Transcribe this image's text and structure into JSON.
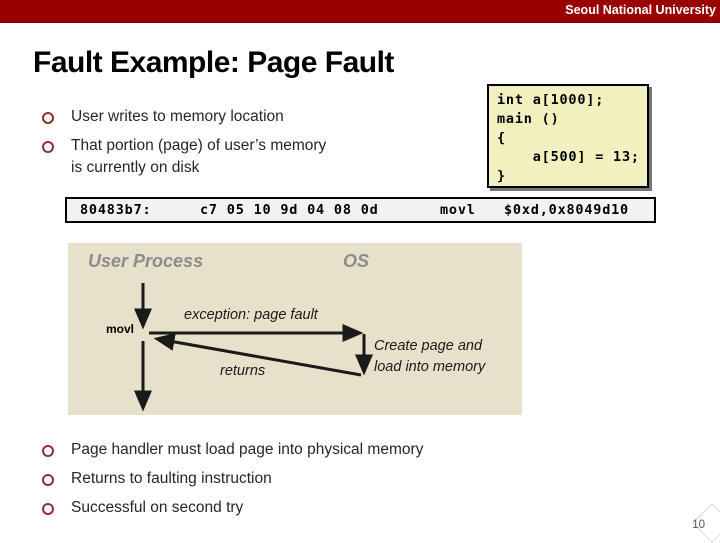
{
  "banner": {
    "text": "Seoul National University"
  },
  "slide": {
    "title": "Fault Example: Page Fault",
    "page_number": "10"
  },
  "bullets_top": {
    "items": [
      {
        "line1": "User writes to memory location",
        "line2": ""
      },
      {
        "line1": "That portion (page) of user’s memory",
        "line2": "is currently on disk"
      }
    ]
  },
  "code_snippet": {
    "lines": [
      "int a[1000];",
      "main ()",
      "{",
      "    a[500] = 13;",
      "}"
    ]
  },
  "assembly": {
    "address": "80483b7:",
    "bytes": "c7 05 10 9d 04 08 0d",
    "mnemonic": "movl",
    "operands": "$0xd,0x8049d10"
  },
  "diagram": {
    "user_process_label": "User Process",
    "os_label": "OS",
    "movl_label": "movl",
    "exception_label": "exception: page fault",
    "returns_label": "returns",
    "create_line1": "Create page and",
    "create_line2": "load into memory"
  },
  "bullets_bottom": {
    "items": [
      "Page handler must load page into physical memory",
      "Returns to faulting instruction",
      "Successful on second try"
    ]
  },
  "colors": {
    "banner_maroon": "#990000",
    "bullet_ring": "#8e2f2f",
    "code_box_bg": "#f1f0be",
    "assembly_box_bg": "#f2f2f2",
    "diagram_bg": "#e7e1cb",
    "diagram_heading_gray": "#8c8c8c",
    "page_number_gray": "#595959"
  }
}
